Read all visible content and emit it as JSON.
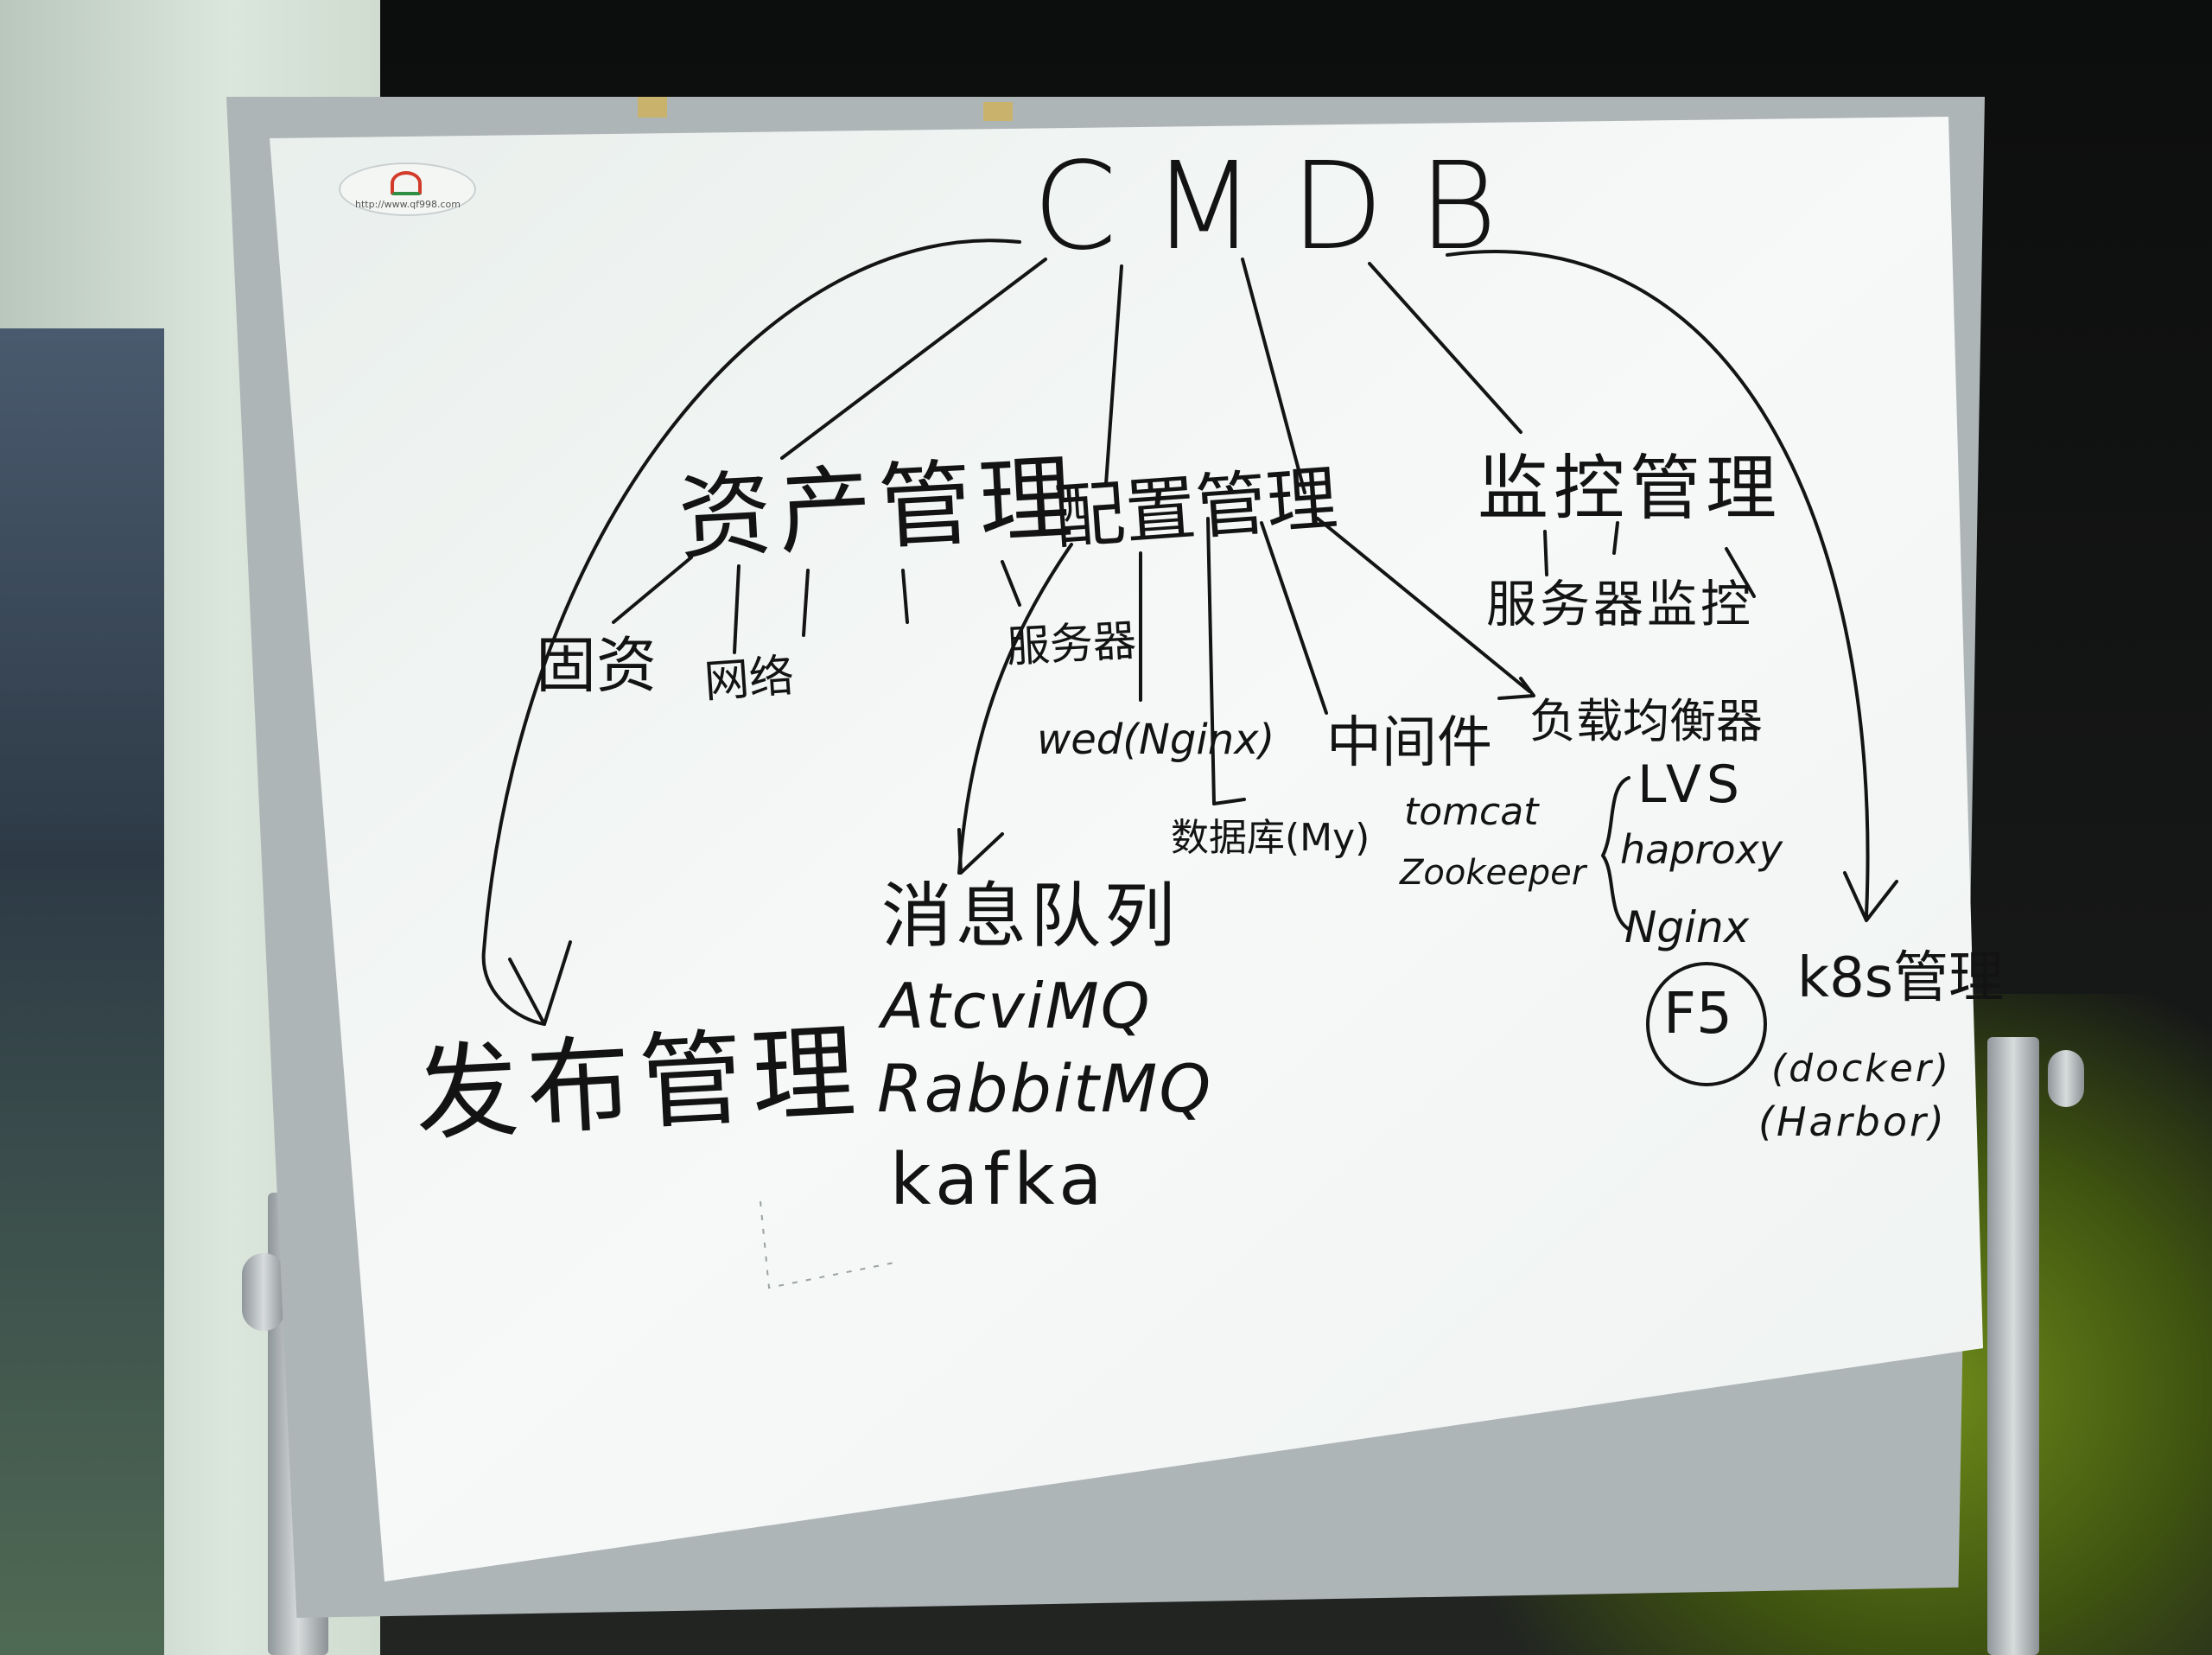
{
  "whiteboard": {
    "logo_url": "http://www.qf998.com",
    "title": "CMDB",
    "branches": {
      "asset": {
        "label": "资产管理",
        "children": [
          "固资",
          "网络",
          "服务器"
        ]
      },
      "config": {
        "label": "配置管理",
        "children": {
          "web": "wed(Nginx)",
          "database": "数据库(My)",
          "middleware": "中间件",
          "middleware_items": [
            "tomcat",
            "Zookeeper"
          ],
          "load_balancer": "负载均衡器",
          "lb_items": [
            "LVS",
            "haproxy",
            "Nginx",
            "F5"
          ]
        }
      },
      "message_queue": {
        "label": "消息队列",
        "items": [
          "AtcviMQ",
          "RabbitMQ",
          "kafka"
        ]
      },
      "monitor": {
        "label": "监控管理",
        "sub": "服务器监控"
      },
      "k8s": {
        "label": "k8s管理",
        "items": [
          "(docker)",
          "(Harbor)"
        ]
      },
      "release": {
        "label": "发布管理"
      }
    }
  }
}
